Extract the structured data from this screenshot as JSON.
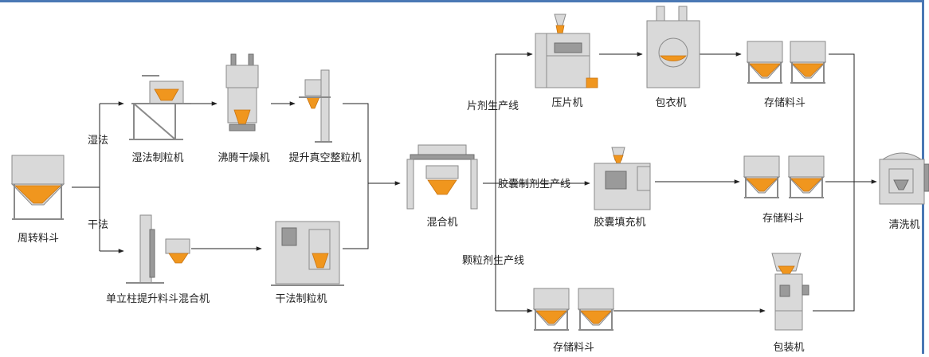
{
  "machines": {
    "tote_bin": "周转料斗",
    "wet_granulator": "湿法制粒机",
    "fluid_bed_dryer": "沸腾干燥机",
    "lift_vacuum_sizer": "提升真空整粒机",
    "column_lift_mixer": "单立柱提升料斗混合机",
    "dry_granulator": "干法制粒机",
    "mixer": "混合机",
    "tablet_press": "压片机",
    "coater": "包衣机",
    "storage_bin_1": "存储料斗",
    "capsule_filler": "胶囊填充机",
    "storage_bin_2": "存储料斗",
    "storage_bin_3": "存储料斗",
    "packer": "包装机",
    "washer": "清洗机"
  },
  "routes": {
    "wet": "湿法",
    "dry": "干法",
    "tablet_line": "片剂生产线",
    "capsule_line": "胶囊制剂生产线",
    "granule_line": "颗粒剂生产线"
  },
  "colors": {
    "frame": "#4a78b4",
    "product": "#f0961e",
    "steel": "#d9d9d9"
  }
}
